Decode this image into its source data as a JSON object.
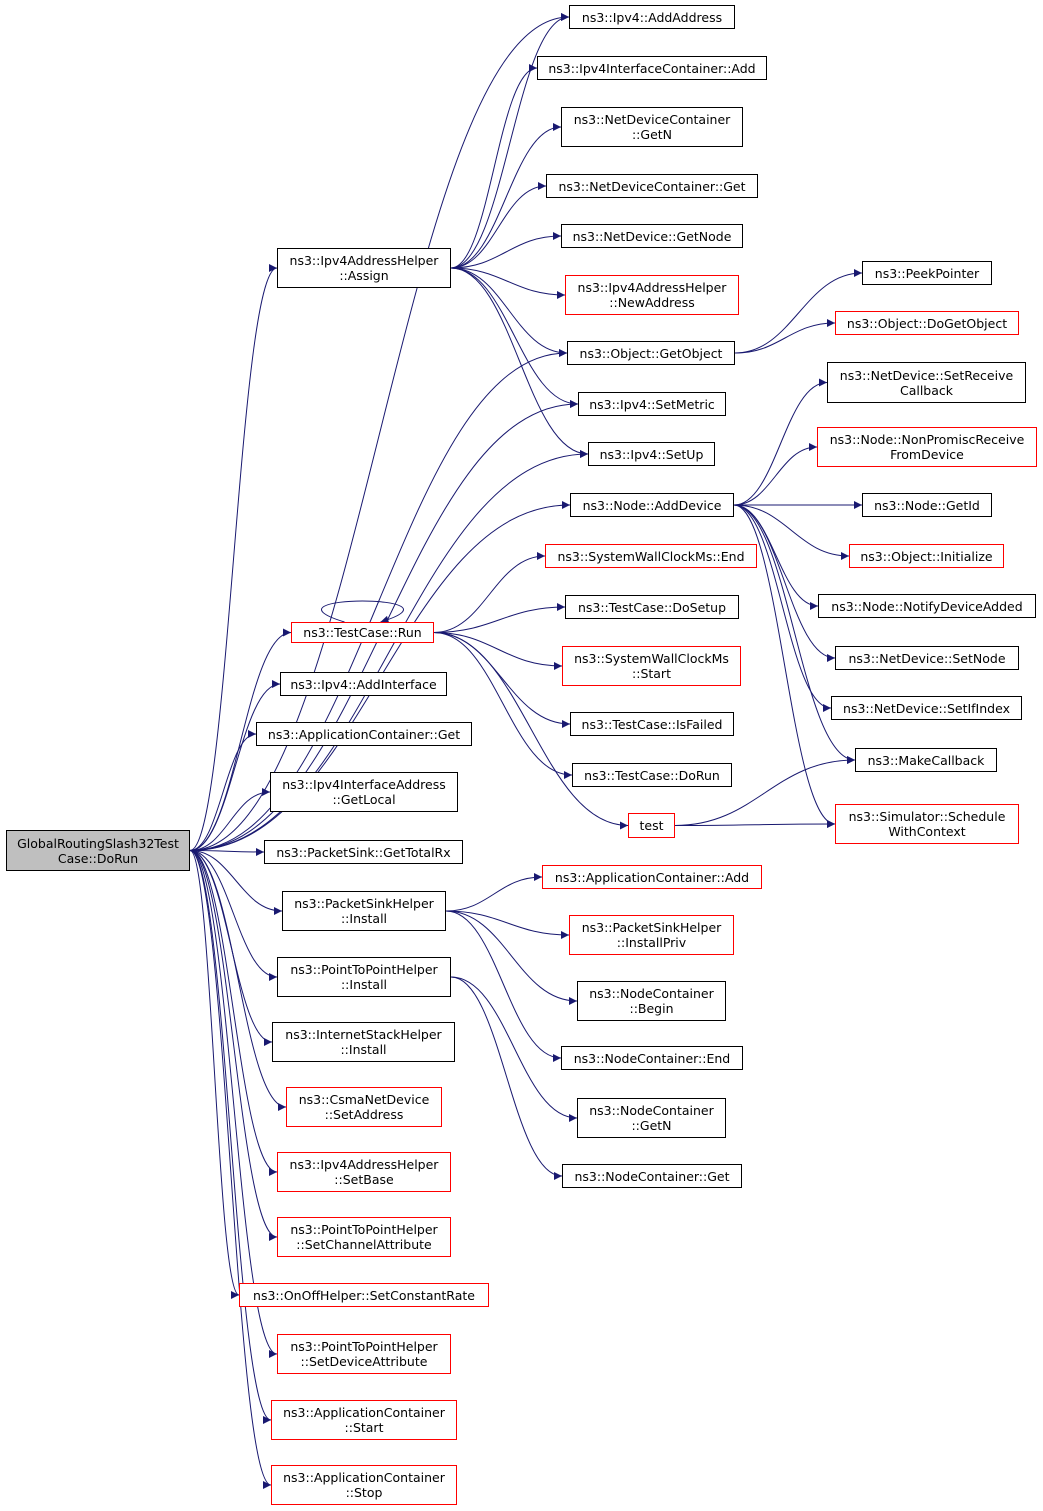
{
  "graph": {
    "colors": {
      "edge": "#191970",
      "link_border": "#ff0000",
      "default_border": "#000000",
      "root_fill": "#bfbfbf"
    },
    "nodes": [
      {
        "id": "root",
        "lines": [
          "GlobalRoutingSlash32Test",
          "Case::DoRun"
        ],
        "style": "root"
      },
      {
        "id": "ipv4AddressHelperAssign",
        "lines": [
          "ns3::Ipv4AddressHelper",
          "::Assign"
        ],
        "style": "black"
      },
      {
        "id": "testCaseRun",
        "lines": [
          "ns3::TestCase::Run"
        ],
        "style": "red"
      },
      {
        "id": "ipv4AddInterface",
        "lines": [
          "ns3::Ipv4::AddInterface"
        ],
        "style": "black"
      },
      {
        "id": "appContainerGet",
        "lines": [
          "ns3::ApplicationContainer::Get"
        ],
        "style": "black"
      },
      {
        "id": "ipv4IfaceAddrGetLocal",
        "lines": [
          "ns3::Ipv4InterfaceAddress",
          "::GetLocal"
        ],
        "style": "black"
      },
      {
        "id": "packetSinkGetTotalRx",
        "lines": [
          "ns3::PacketSink::GetTotalRx"
        ],
        "style": "black"
      },
      {
        "id": "packetSinkHelperInstall",
        "lines": [
          "ns3::PacketSinkHelper",
          "::Install"
        ],
        "style": "black"
      },
      {
        "id": "p2pHelperInstall",
        "lines": [
          "ns3::PointToPointHelper",
          "::Install"
        ],
        "style": "black"
      },
      {
        "id": "internetStackHelperInstall",
        "lines": [
          "ns3::InternetStackHelper",
          "::Install"
        ],
        "style": "black"
      },
      {
        "id": "csmaSetAddress",
        "lines": [
          "ns3::CsmaNetDevice",
          "::SetAddress"
        ],
        "style": "red"
      },
      {
        "id": "ipv4AddrHelperSetBase",
        "lines": [
          "ns3::Ipv4AddressHelper",
          "::SetBase"
        ],
        "style": "red"
      },
      {
        "id": "p2pSetChannelAttr",
        "lines": [
          "ns3::PointToPointHelper",
          "::SetChannelAttribute"
        ],
        "style": "red"
      },
      {
        "id": "onOffSetConstantRate",
        "lines": [
          "ns3::OnOffHelper::SetConstantRate"
        ],
        "style": "red"
      },
      {
        "id": "p2pSetDeviceAttr",
        "lines": [
          "ns3::PointToPointHelper",
          "::SetDeviceAttribute"
        ],
        "style": "red"
      },
      {
        "id": "appContainerStart",
        "lines": [
          "ns3::ApplicationContainer",
          "::Start"
        ],
        "style": "red"
      },
      {
        "id": "appContainerStop",
        "lines": [
          "ns3::ApplicationContainer",
          "::Stop"
        ],
        "style": "red"
      },
      {
        "id": "ipv4AddAddress",
        "lines": [
          "ns3::Ipv4::AddAddress"
        ],
        "style": "black"
      },
      {
        "id": "ipv4IfaceContainerAdd",
        "lines": [
          "ns3::Ipv4InterfaceContainer::Add"
        ],
        "style": "black"
      },
      {
        "id": "netDevContainerGetN",
        "lines": [
          "ns3::NetDeviceContainer",
          "::GetN"
        ],
        "style": "black"
      },
      {
        "id": "netDevContainerGet",
        "lines": [
          "ns3::NetDeviceContainer::Get"
        ],
        "style": "black"
      },
      {
        "id": "netDeviceGetNode",
        "lines": [
          "ns3::NetDevice::GetNode"
        ],
        "style": "black"
      },
      {
        "id": "ipv4AddrHelperNewAddress",
        "lines": [
          "ns3::Ipv4AddressHelper",
          "::NewAddress"
        ],
        "style": "red"
      },
      {
        "id": "objectGetObject",
        "lines": [
          "ns3::Object::GetObject"
        ],
        "style": "black"
      },
      {
        "id": "ipv4SetMetric",
        "lines": [
          "ns3::Ipv4::SetMetric"
        ],
        "style": "black"
      },
      {
        "id": "ipv4SetUp",
        "lines": [
          "ns3::Ipv4::SetUp"
        ],
        "style": "black"
      },
      {
        "id": "nodeAddDevice",
        "lines": [
          "ns3::Node::AddDevice"
        ],
        "style": "black"
      },
      {
        "id": "sysWallClockEnd",
        "lines": [
          "ns3::SystemWallClockMs::End"
        ],
        "style": "red"
      },
      {
        "id": "testCaseDoSetup",
        "lines": [
          "ns3::TestCase::DoSetup"
        ],
        "style": "black"
      },
      {
        "id": "sysWallClockStart",
        "lines": [
          "ns3::SystemWallClockMs",
          "::Start"
        ],
        "style": "red"
      },
      {
        "id": "testCaseIsFailed",
        "lines": [
          "ns3::TestCase::IsFailed"
        ],
        "style": "black"
      },
      {
        "id": "testCaseDoRun",
        "lines": [
          "ns3::TestCase::DoRun"
        ],
        "style": "black"
      },
      {
        "id": "test",
        "lines": [
          "test"
        ],
        "style": "red"
      },
      {
        "id": "appContainerAdd",
        "lines": [
          "ns3::ApplicationContainer::Add"
        ],
        "style": "red"
      },
      {
        "id": "packetSinkHelperInstallPriv",
        "lines": [
          "ns3::PacketSinkHelper",
          "::InstallPriv"
        ],
        "style": "red"
      },
      {
        "id": "nodeContainerBegin",
        "lines": [
          "ns3::NodeContainer",
          "::Begin"
        ],
        "style": "black"
      },
      {
        "id": "nodeContainerEnd",
        "lines": [
          "ns3::NodeContainer::End"
        ],
        "style": "black"
      },
      {
        "id": "nodeContainerGetN",
        "lines": [
          "ns3::NodeContainer",
          "::GetN"
        ],
        "style": "black"
      },
      {
        "id": "nodeContainerGet",
        "lines": [
          "ns3::NodeContainer::Get"
        ],
        "style": "black"
      },
      {
        "id": "peekPointer",
        "lines": [
          "ns3::PeekPointer"
        ],
        "style": "black"
      },
      {
        "id": "objectDoGetObject",
        "lines": [
          "ns3::Object::DoGetObject"
        ],
        "style": "red"
      },
      {
        "id": "netDeviceSetReceiveCallback",
        "lines": [
          "ns3::NetDevice::SetReceive",
          "Callback"
        ],
        "style": "black"
      },
      {
        "id": "nodeNonPromiscReceive",
        "lines": [
          "ns3::Node::NonPromiscReceive",
          "FromDevice"
        ],
        "style": "red"
      },
      {
        "id": "nodeGetId",
        "lines": [
          "ns3::Node::GetId"
        ],
        "style": "black"
      },
      {
        "id": "objectInitialize",
        "lines": [
          "ns3::Object::Initialize"
        ],
        "style": "red"
      },
      {
        "id": "nodeNotifyDeviceAdded",
        "lines": [
          "ns3::Node::NotifyDeviceAdded"
        ],
        "style": "black"
      },
      {
        "id": "netDeviceSetNode",
        "lines": [
          "ns3::NetDevice::SetNode"
        ],
        "style": "black"
      },
      {
        "id": "netDeviceSetIfIndex",
        "lines": [
          "ns3::NetDevice::SetIfIndex"
        ],
        "style": "black"
      },
      {
        "id": "makeCallback",
        "lines": [
          "ns3::MakeCallback"
        ],
        "style": "black"
      },
      {
        "id": "simulatorScheduleWithContext",
        "lines": [
          "ns3::Simulator::Schedule",
          "WithContext"
        ],
        "style": "red"
      }
    ],
    "edges": [
      [
        "root",
        "ipv4AddressHelperAssign"
      ],
      [
        "root",
        "ipv4AddAddress"
      ],
      [
        "root",
        "objectGetObject"
      ],
      [
        "root",
        "ipv4SetMetric"
      ],
      [
        "root",
        "ipv4SetUp"
      ],
      [
        "root",
        "nodeAddDevice"
      ],
      [
        "root",
        "testCaseRun"
      ],
      [
        "root",
        "ipv4AddInterface"
      ],
      [
        "root",
        "appContainerGet"
      ],
      [
        "root",
        "ipv4IfaceAddrGetLocal"
      ],
      [
        "root",
        "packetSinkGetTotalRx"
      ],
      [
        "root",
        "packetSinkHelperInstall"
      ],
      [
        "root",
        "p2pHelperInstall"
      ],
      [
        "root",
        "internetStackHelperInstall"
      ],
      [
        "root",
        "csmaSetAddress"
      ],
      [
        "root",
        "ipv4AddrHelperSetBase"
      ],
      [
        "root",
        "p2pSetChannelAttr"
      ],
      [
        "root",
        "onOffSetConstantRate"
      ],
      [
        "root",
        "p2pSetDeviceAttr"
      ],
      [
        "root",
        "appContainerStart"
      ],
      [
        "root",
        "appContainerStop"
      ],
      [
        "ipv4AddressHelperAssign",
        "ipv4AddAddress"
      ],
      [
        "ipv4AddressHelperAssign",
        "ipv4IfaceContainerAdd"
      ],
      [
        "ipv4AddressHelperAssign",
        "netDevContainerGetN"
      ],
      [
        "ipv4AddressHelperAssign",
        "netDevContainerGet"
      ],
      [
        "ipv4AddressHelperAssign",
        "netDeviceGetNode"
      ],
      [
        "ipv4AddressHelperAssign",
        "ipv4AddrHelperNewAddress"
      ],
      [
        "ipv4AddressHelperAssign",
        "objectGetObject"
      ],
      [
        "ipv4AddressHelperAssign",
        "ipv4SetMetric"
      ],
      [
        "ipv4AddressHelperAssign",
        "ipv4SetUp"
      ],
      [
        "objectGetObject",
        "peekPointer"
      ],
      [
        "objectGetObject",
        "objectDoGetObject"
      ],
      [
        "nodeAddDevice",
        "netDeviceSetReceiveCallback"
      ],
      [
        "nodeAddDevice",
        "nodeNonPromiscReceive"
      ],
      [
        "nodeAddDevice",
        "nodeGetId"
      ],
      [
        "nodeAddDevice",
        "objectInitialize"
      ],
      [
        "nodeAddDevice",
        "nodeNotifyDeviceAdded"
      ],
      [
        "nodeAddDevice",
        "netDeviceSetNode"
      ],
      [
        "nodeAddDevice",
        "netDeviceSetIfIndex"
      ],
      [
        "nodeAddDevice",
        "makeCallback"
      ],
      [
        "nodeAddDevice",
        "simulatorScheduleWithContext"
      ],
      [
        "testCaseRun",
        "testCaseRun"
      ],
      [
        "testCaseRun",
        "sysWallClockEnd"
      ],
      [
        "testCaseRun",
        "testCaseDoSetup"
      ],
      [
        "testCaseRun",
        "sysWallClockStart"
      ],
      [
        "testCaseRun",
        "testCaseIsFailed"
      ],
      [
        "testCaseRun",
        "testCaseDoRun"
      ],
      [
        "testCaseRun",
        "test"
      ],
      [
        "test",
        "makeCallback"
      ],
      [
        "test",
        "simulatorScheduleWithContext"
      ],
      [
        "packetSinkHelperInstall",
        "appContainerAdd"
      ],
      [
        "packetSinkHelperInstall",
        "packetSinkHelperInstallPriv"
      ],
      [
        "packetSinkHelperInstall",
        "nodeContainerBegin"
      ],
      [
        "packetSinkHelperInstall",
        "nodeContainerEnd"
      ],
      [
        "p2pHelperInstall",
        "nodeContainerGetN"
      ],
      [
        "p2pHelperInstall",
        "nodeContainerGet"
      ]
    ]
  }
}
